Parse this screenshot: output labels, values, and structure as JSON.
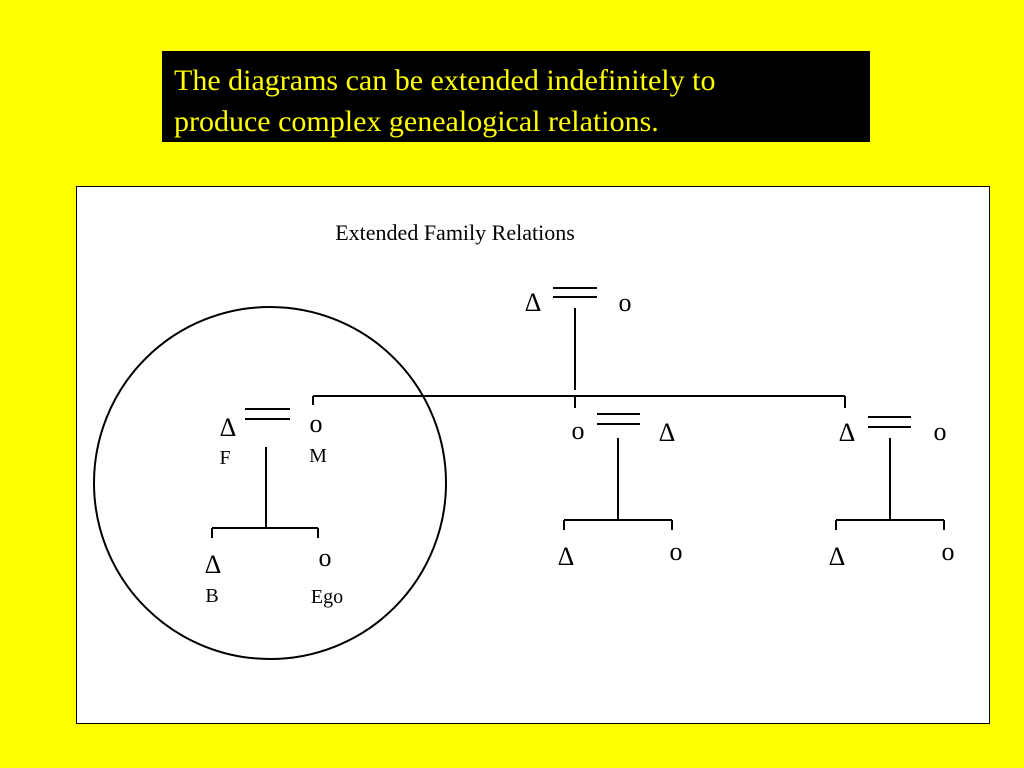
{
  "slide": {
    "title": "The diagrams can be extended indefinitely to produce complex genealogical relations.",
    "title_line1": "The diagrams can be extended indefinitely to",
    "title_line2": "produce complex genealogical relations.",
    "colors": {
      "background": "#FFFF00",
      "title_box": "#000000",
      "title_text": "#FFFF00",
      "panel": "#FFFFFF"
    }
  },
  "diagram": {
    "heading": "Extended Family Relations",
    "symbols": {
      "male": "Δ",
      "female": "o"
    },
    "labels": {
      "father": "F",
      "mother": "M",
      "brother": "B",
      "ego": "Ego"
    }
  }
}
